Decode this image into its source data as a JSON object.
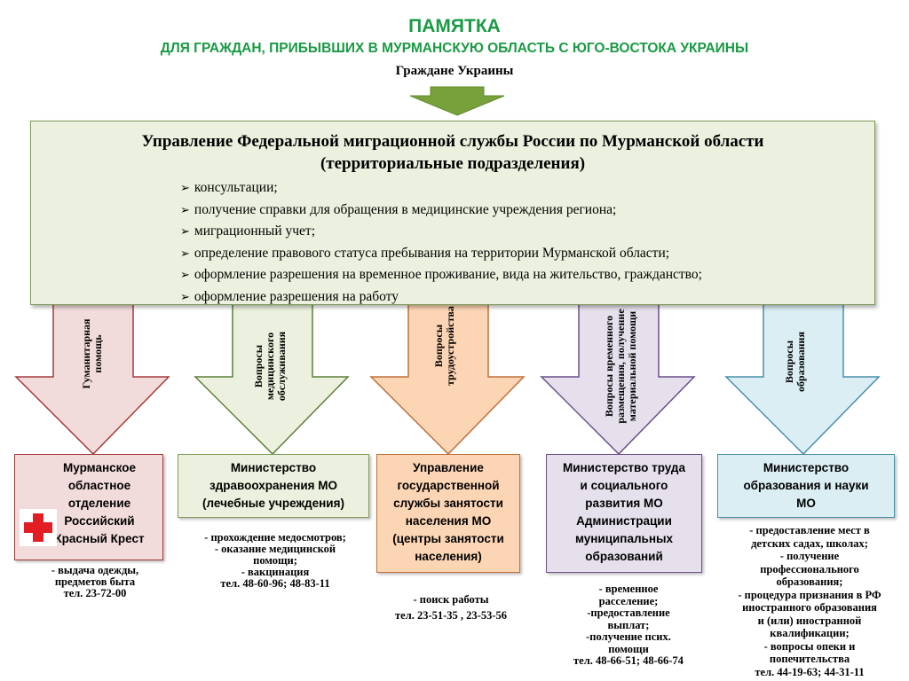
{
  "header": {
    "title": "ПАМЯТКА",
    "subtitle": "ДЛЯ ГРАЖДАН, ПРИБЫВШИХ В МУРМАНСКУЮ ОБЛАСТЬ С ЮГО-ВОСТОКА УКРАИНЫ",
    "audience": "Граждане Украины"
  },
  "main": {
    "title_line1": "Управление Федеральной миграционной службы России по Мурманской области",
    "title_line2": "(территориальные подразделения)",
    "items": [
      "консультации;",
      "получение справки для обращения в медицинские учреждения региона;",
      "миграционный учет;",
      "определение правового статуса пребывания на территории Мурманской области;",
      "оформление разрешения на временное проживание, вида на жительство, гражданство;",
      "оформление разрешения на работу"
    ]
  },
  "colors": {
    "title_green": "#1a9a44",
    "main_fill": "#ebf1de",
    "red": "#f2dcdb",
    "green": "#ebf1de",
    "orange": "#fcd5b5",
    "purple": "#e6e0ec",
    "blue": "#dbeef4"
  },
  "branches": [
    {
      "arrow_lines": [
        "Гуманитарная",
        "помощь"
      ],
      "org_lines": [
        "Мурманское",
        "областное",
        "отделение",
        "Российский",
        "Красный Крест"
      ],
      "icon": "red-cross-icon",
      "desc_lines": [
        "- выдача одежды,",
        "предметов быта",
        "тел.  23-72-00"
      ]
    },
    {
      "arrow_lines": [
        "Вопросы",
        "медицинского",
        "обслуживания"
      ],
      "org_lines": [
        "Министерство",
        "здравоохранения МО",
        "(лечебные учреждения)"
      ],
      "desc_lines": [
        "- прохождение медосмотров;",
        "- оказание медицинской",
        "помощи;",
        "- вакцинация",
        "тел. 48-60-96; 48-83-11"
      ]
    },
    {
      "arrow_lines": [
        "Вопросы",
        "трудоустройства"
      ],
      "org_lines": [
        "Управление",
        "государственной",
        "службы занятости",
        "населения МО",
        "(центры занятости",
        "населения)"
      ],
      "desc_lines": [
        "- поиск работы",
        "тел. 23-51-35 , 23-53-56"
      ]
    },
    {
      "arrow_lines": [
        "Вопросы временного",
        "размещения, получение",
        "материальной  помощи"
      ],
      "org_lines": [
        "Министерство труда",
        "и социального",
        "развития МО",
        "Администрации",
        "муниципальных",
        "образований"
      ],
      "desc_lines": [
        "- временное",
        "расселение;",
        "-предоставление",
        "выплат;",
        "-получение псих.",
        "помощи",
        "тел. 48-66-51; 48-66-74"
      ]
    },
    {
      "arrow_lines": [
        "Вопросы",
        "образования"
      ],
      "org_lines": [
        "Министерство",
        "образования и науки",
        "МО"
      ],
      "desc_lines": [
        "- предоставление мест в",
        "детских садах, школах;",
        "- получение",
        "профессионального",
        "образования;",
        "- процедура признания в РФ",
        "иностранного образования",
        "и (или) иностранной",
        "квалификации;",
        "- вопросы опеки и",
        "попечительства",
        "тел. 44-19-63; 44-31-11"
      ]
    }
  ]
}
